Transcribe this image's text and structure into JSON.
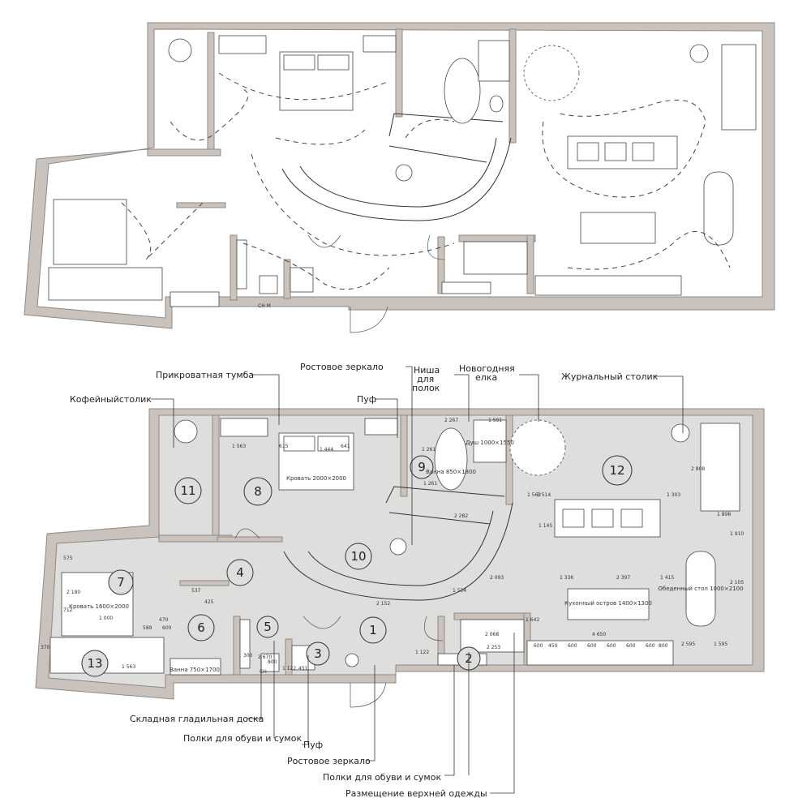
{
  "callouts": {
    "bedside_table": "Прикроватная тумба",
    "full_mirror_top": "Ростовое зеркало",
    "shelf_niche": "Ниша для полок",
    "new_year_tree": "Новогодняя елка",
    "coffee_table": "Журнальный столик",
    "coffee_table_left": "Кофейныйстолик",
    "pouf_top": "Пуф",
    "ironing_board": "Складная гладильная доска",
    "shoe_shelves_left": "Полки для обуви и сумок",
    "pouf_bottom": "Пуф",
    "full_mirror_bottom": "Ростовое зеркало",
    "shoe_shelves_right": "Полки для обуви и сумок",
    "outerwear": "Размещение верхней одежды"
  },
  "rooms": [
    "1",
    "2",
    "3",
    "4",
    "5",
    "6",
    "7",
    "8",
    "9",
    "10",
    "11",
    "12",
    "13"
  ],
  "furniture_labels": {
    "bed_main": "Кровать 2000×2000",
    "bed_guest": "Кровать 1600×2000",
    "bath_main": "Ванна 850×1800",
    "shower": "Душ 1000×1550",
    "bath_guest": "Ванна 750×1700",
    "kitchen_island": "Кухонный остров 1400×1300",
    "dining_table": "Обеденный стол 1000×2100"
  },
  "dimensions": [
    "2 267",
    "1 261",
    "1 261",
    "3 514",
    "1 303",
    "1 562",
    "1 898",
    "2 808",
    "1 145",
    "2 093",
    "1 336",
    "2 397",
    "1 415",
    "4 650",
    "2 595",
    "2 152",
    "2 282",
    "2 068",
    "2 253",
    "1 122",
    "1 642",
    "1 910",
    "2 105",
    "1 534",
    "1 595",
    "615",
    "641",
    "1 444",
    "1 563",
    "1 591",
    "600",
    "450",
    "600",
    "600",
    "600",
    "600",
    "600",
    "800",
    "575",
    "712",
    "2 180",
    "1 000",
    "589",
    "600",
    "1 563",
    "370",
    "537",
    "470",
    "425",
    "300",
    "2 670",
    "800",
    "451",
    "1 122",
    "СН"
  ],
  "top_label": "СН М"
}
